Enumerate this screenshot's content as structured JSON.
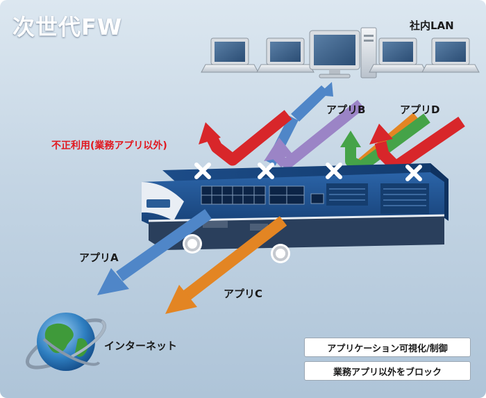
{
  "title": "次世代FW",
  "network": {
    "lan_label": "社内LAN",
    "internet_label": "インターネット"
  },
  "apps": {
    "a": "アプリA",
    "b": "アプリB",
    "c": "アプリC",
    "d": "アプリD",
    "misuse": "不正利用(業務アプリ以外)"
  },
  "legend": [
    "アプリケーション可視化/制御",
    "業務アプリ以外をブロック"
  ],
  "colors": {
    "blocked_red": "#d8262a",
    "app_blue": "#4f86c8",
    "app_purple": "#9b84c6",
    "app_green": "#45a348",
    "app_orange": "#e38523",
    "device_body": "#1e4f8f"
  },
  "icons": {
    "blocked": "x-mark-icon",
    "allowed": "circle-icon",
    "lan": "laptop-icon",
    "internet": "globe-icon"
  }
}
